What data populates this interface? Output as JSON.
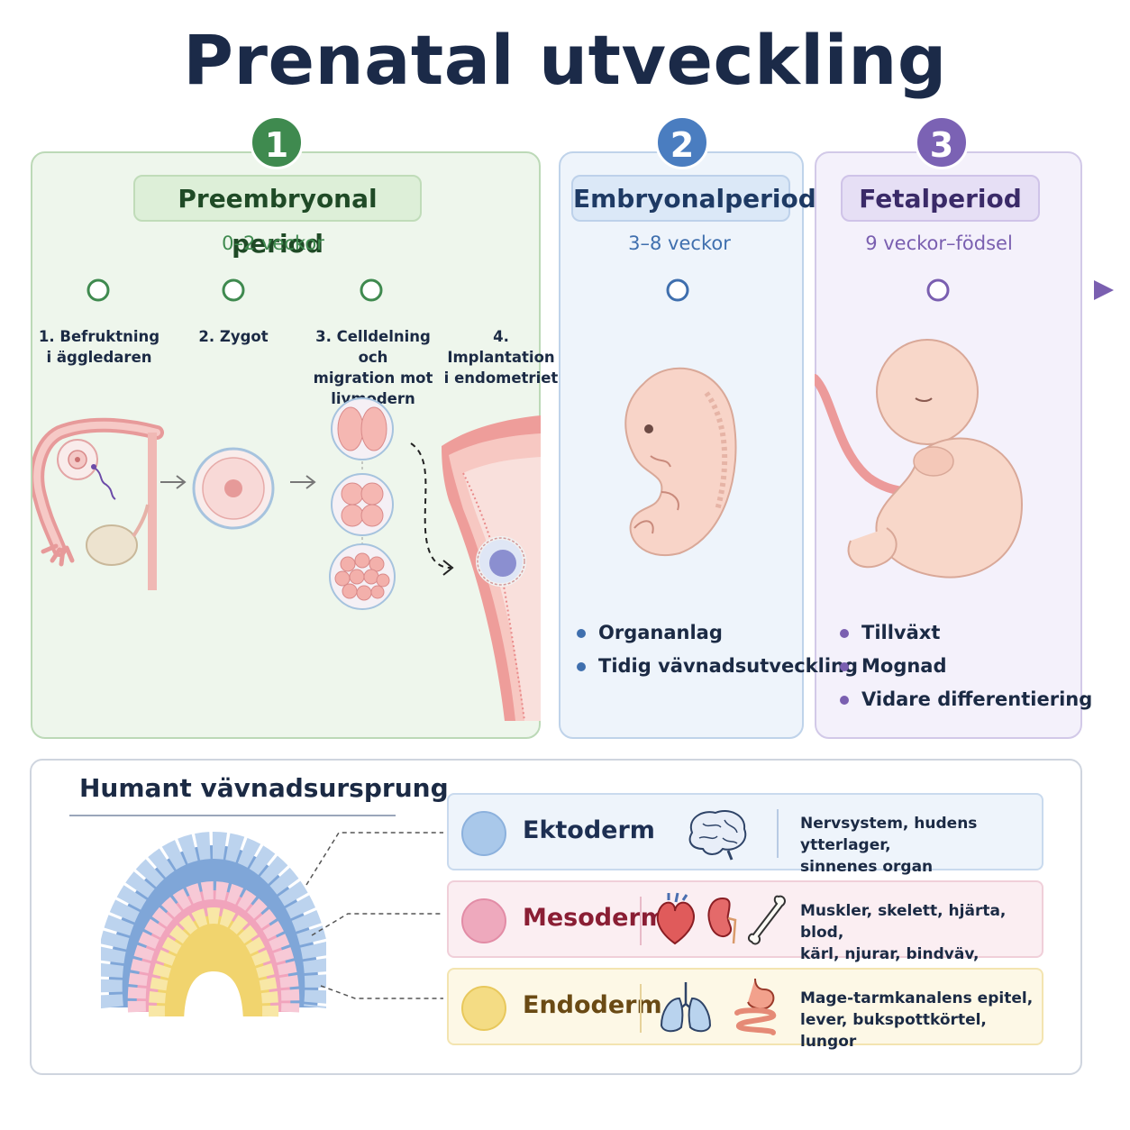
{
  "title": "Prenatal utveckling",
  "periods": [
    {
      "number": "1",
      "name": "Preembryonal period",
      "range": "0–2 veckor",
      "color": "#3f8a4f"
    },
    {
      "number": "2",
      "name": "Embryonalperiod",
      "range": "3–8 veckor",
      "color": "#3f6fae"
    },
    {
      "number": "3",
      "name": "Fetalperiod",
      "range": "9 veckor–födsel",
      "color": "#7a5fb0"
    }
  ],
  "steps": [
    {
      "label_line1": "1. Befruktning",
      "label_line2": "i äggledaren",
      "label_line3": ""
    },
    {
      "label_line1": "2. Zygot",
      "label_line2": "",
      "label_line3": ""
    },
    {
      "label_line1": "3. Celldelning och",
      "label_line2": "migration mot",
      "label_line3": "livmodern"
    },
    {
      "label_line1": "4. Implantation",
      "label_line2": "i endometriet",
      "label_line3": ""
    }
  ],
  "embryonal_bullets": [
    "Organanlag",
    "Tidig vävnadsutveckling"
  ],
  "fetal_bullets": [
    "Tillväxt",
    "Mognad",
    "Vidare differentiering"
  ],
  "tissue": {
    "title": "Humant vävnadsursprung",
    "layers": [
      {
        "name": "Ektoderm",
        "desc_line1": "Nervsystem, hudens ytterlager,",
        "desc_line2": "sinnenes organ",
        "icons": [
          "brain-icon"
        ],
        "color": "#a9c8ea",
        "text_color": "#1d2f52"
      },
      {
        "name": "Mesoderm",
        "desc_line1": "Muskler, skelett, hjärta, blod,",
        "desc_line2": "kärl, njurar, bindväv, könsorgan",
        "icons": [
          "heart-icon",
          "kidney-icon",
          "bone-icon"
        ],
        "color": "#eea9bd",
        "text_color": "#8a1e34"
      },
      {
        "name": "Endoderm",
        "desc_line1": "Mage-tarmkanalens epitel,",
        "desc_line2": "lever, bukspottkörtel, lungor",
        "icons": [
          "lungs-icon",
          "stomach-intestine-icon"
        ],
        "color": "#f4dc84",
        "text_color": "#6a4a14"
      }
    ]
  }
}
